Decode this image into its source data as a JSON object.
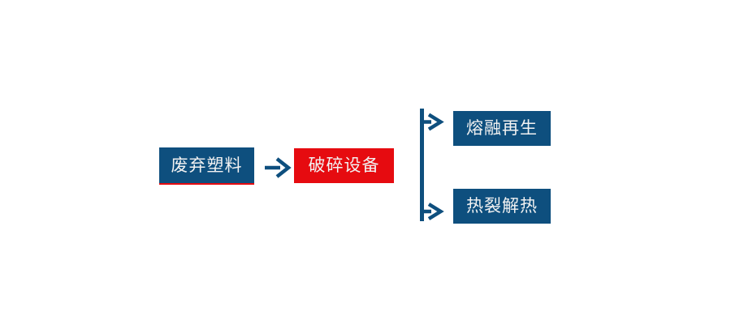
{
  "colors": {
    "box_blue": "#0e4f7e",
    "box_red": "#e60b10",
    "arrow_blue": "#0e4f7e",
    "underline_red": "#e60b10",
    "text_on_box": "#f2f2f2",
    "page_bg": "#ffffff"
  },
  "flowchart": {
    "nodes": {
      "source": {
        "label": "废弃塑料",
        "color": "#0e4f7e"
      },
      "process": {
        "label": "破碎设备",
        "color": "#e60b10"
      },
      "output_top": {
        "label": "熔融再生",
        "color": "#0e4f7e"
      },
      "output_bottom": {
        "label": "热裂解热",
        "color": "#0e4f7e"
      }
    },
    "icons": {
      "flow_arrow": "right-arrow",
      "branch_arrow_top": "right-arrow",
      "branch_arrow_bottom": "right-arrow"
    }
  }
}
